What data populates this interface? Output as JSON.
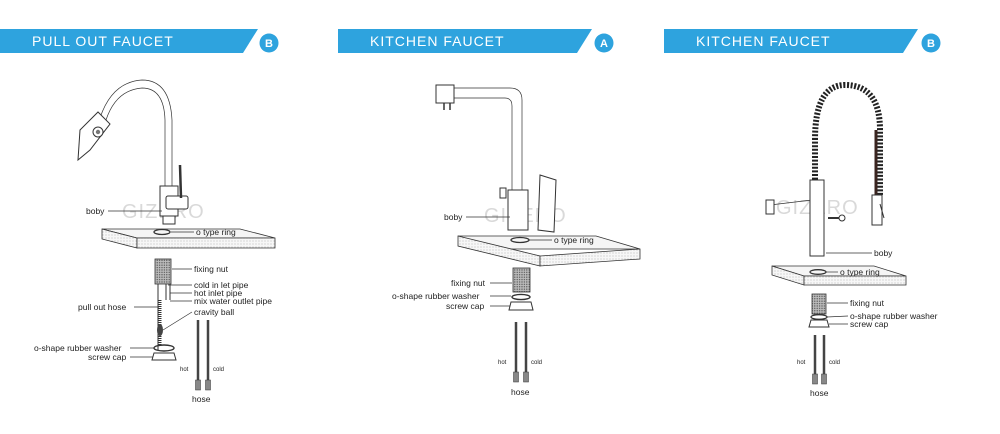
{
  "colors": {
    "accent": "#2ea3de",
    "text": "#222222",
    "watermark": "#d9d9d9"
  },
  "watermark": "GIZERO",
  "panels": [
    {
      "title": "PULL OUT FAUCET",
      "badge": "B",
      "labels": {
        "body": "boby",
        "o_ring": "o type ring",
        "fixing_nut": "fixing nut",
        "cold_inlet": "cold in let pipe",
        "hot_inlet": "hot inlet pipe",
        "mix_outlet": "mix water outlet pipe",
        "pull_out_hose": "pull out hose",
        "gravity_ball": "cravity ball",
        "washer": "o-shape rubber washer",
        "screw_cap": "screw cap",
        "hot": "hot",
        "cold": "cold",
        "hose": "hose"
      }
    },
    {
      "title": "KITCHEN FAUCET",
      "badge": "A",
      "labels": {
        "body": "boby",
        "o_ring": "o type ring",
        "fixing_nut": "fixing nut",
        "washer": "o-shape rubber washer",
        "screw_cap": "screw cap",
        "hot": "hot",
        "cold": "cold",
        "hose": "hose"
      }
    },
    {
      "title": "KITCHEN FAUCET",
      "badge": "B",
      "labels": {
        "body": "boby",
        "o_ring": "o type ring",
        "fixing_nut": "fixing nut",
        "washer": "o-shape rubber washer",
        "screw_cap": "screw cap",
        "hot": "hot",
        "cold": "cold",
        "hose": "hose"
      }
    }
  ]
}
